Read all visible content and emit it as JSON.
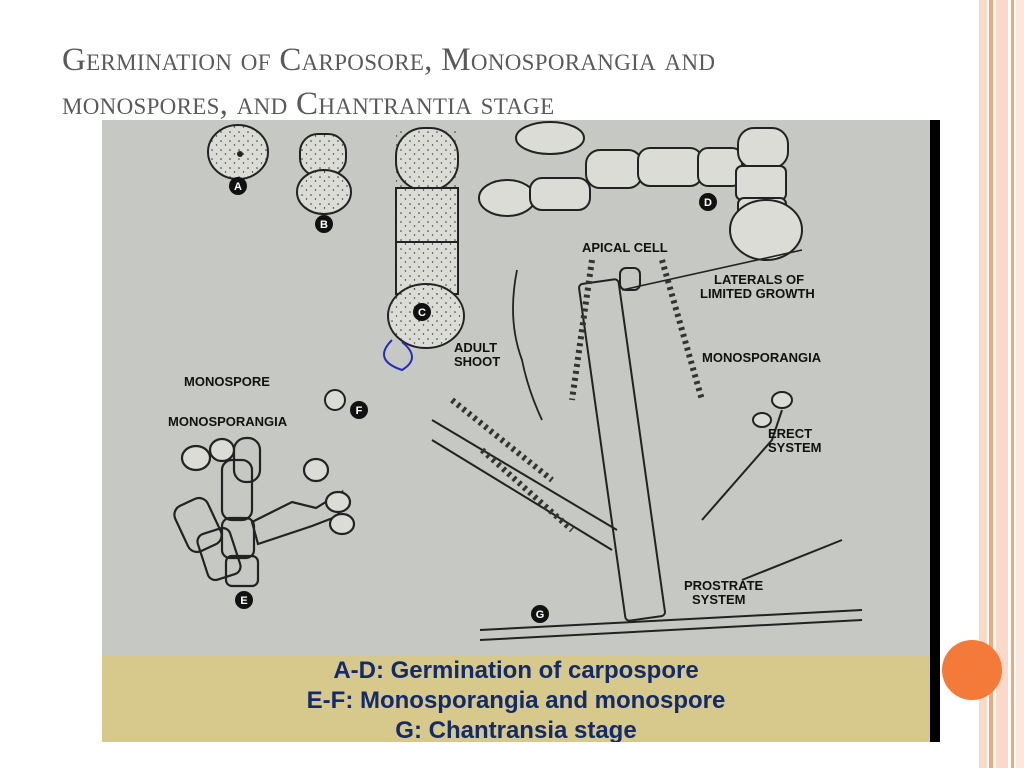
{
  "slide": {
    "title_line1": "Germination of Carposore, Monosporangia and",
    "title_line2": "monospores, and Chantrantia stage"
  },
  "figure": {
    "letters": {
      "a": "A",
      "b": "B",
      "c": "C",
      "d": "D",
      "e": "E",
      "f": "F",
      "g": "G"
    },
    "labels": {
      "apical_cell": "APICAL CELL",
      "laterals_1": "LATERALS OF",
      "laterals_2": "LIMITED GROWTH",
      "adult_1": "ADULT",
      "adult_2": "SHOOT",
      "monosporangia_right": "MONOSPORANGIA",
      "erect_1": "ERECT",
      "erect_2": "SYSTEM",
      "prostrate_1": "PROSTRATE",
      "prostrate_2": "SYSTEM",
      "monospore": "MONOSPORE",
      "monosporangia_left": "MONOSPORANGIA"
    },
    "caption": {
      "line1": "A-D: Germination of carpospore",
      "line2": "E-F: Monosporangia and monospore",
      "line3": "G: Chantransia stage"
    }
  },
  "colors": {
    "accent_orange": "#f47a3a",
    "stripe_light": "#fbd9c8",
    "stripe_mid": "#f5a57a",
    "title_gray": "#5a5a5a",
    "caption_bg": "#d7c98c",
    "caption_text": "#132a6b"
  }
}
